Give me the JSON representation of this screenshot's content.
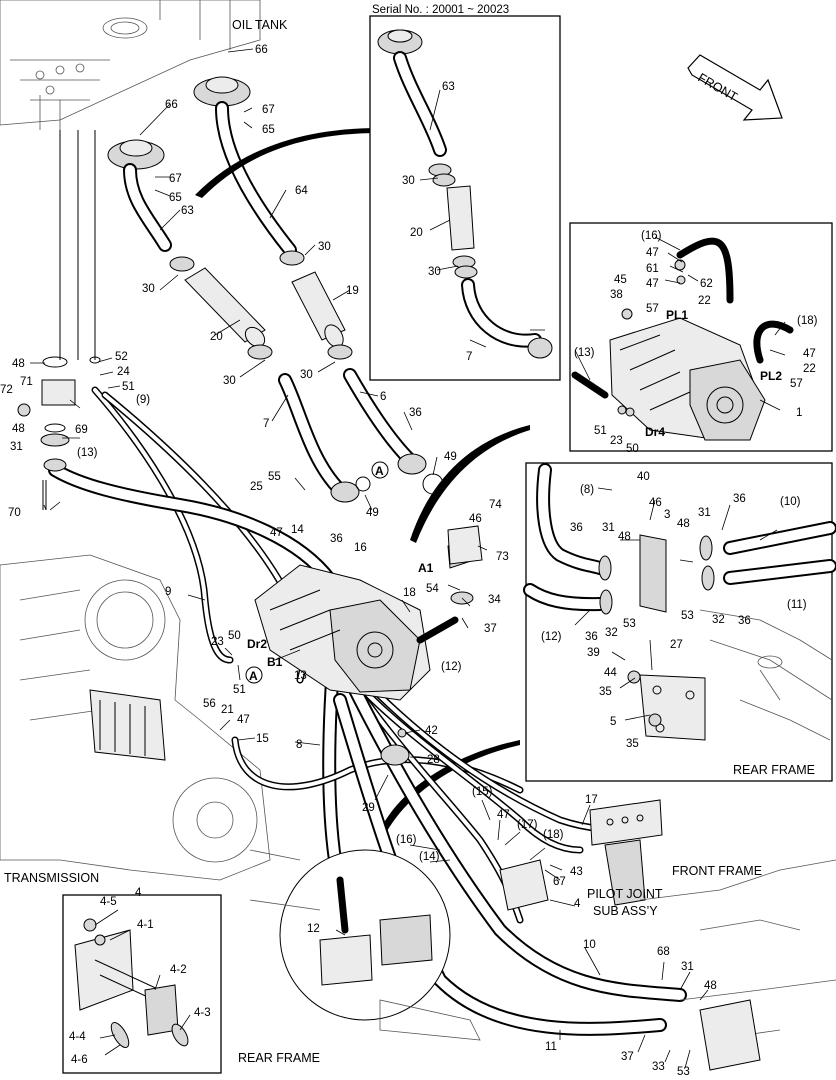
{
  "titles": {
    "oil_tank": "OIL TANK",
    "serial": "Serial No. : 20001 ~ 20023",
    "front": "FRONT",
    "transmission": "TRANSMISSION",
    "rear_frame_bottom": "REAR FRAME",
    "rear_frame_inset": "REAR FRAME",
    "front_frame": "FRONT FRAME",
    "pilot_joint_1": "PILOT JOINT",
    "pilot_joint_2": "SUB ASS’Y",
    "subassy_no": "4"
  },
  "marks": {
    "A": "A",
    "A1": "A1",
    "B1": "B1",
    "Dr2": "Dr2",
    "Dr4": "Dr4",
    "PL1": "PL1",
    "PL2": "PL2"
  },
  "callouts": [
    {
      "id": "c1",
      "label": "66"
    },
    {
      "id": "c2",
      "label": "66"
    },
    {
      "id": "c3",
      "label": "67"
    },
    {
      "id": "c4",
      "label": "65"
    },
    {
      "id": "c5",
      "label": "67"
    },
    {
      "id": "c6",
      "label": "65"
    },
    {
      "id": "c7",
      "label": "64"
    },
    {
      "id": "c8",
      "label": "63"
    },
    {
      "id": "c9",
      "label": "30"
    },
    {
      "id": "c10",
      "label": "30"
    },
    {
      "id": "c11",
      "label": "19"
    },
    {
      "id": "c12",
      "label": "20"
    },
    {
      "id": "c13",
      "label": "30"
    },
    {
      "id": "c14",
      "label": "30"
    },
    {
      "id": "c15",
      "label": "7"
    },
    {
      "id": "c16",
      "label": "6"
    },
    {
      "id": "c17",
      "label": "36"
    },
    {
      "id": "c18",
      "label": "49"
    },
    {
      "id": "c19",
      "label": "49"
    },
    {
      "id": "c20",
      "label": "25"
    },
    {
      "id": "c21",
      "label": "55"
    },
    {
      "id": "c22",
      "label": "47"
    },
    {
      "id": "c23",
      "label": "14"
    },
    {
      "id": "c24",
      "label": "36"
    },
    {
      "id": "c25",
      "label": "16"
    },
    {
      "id": "c26",
      "label": "48"
    },
    {
      "id": "c27",
      "label": "52"
    },
    {
      "id": "c28",
      "label": "24"
    },
    {
      "id": "c29",
      "label": "72"
    },
    {
      "id": "c30",
      "label": "71"
    },
    {
      "id": "c31",
      "label": "51"
    },
    {
      "id": "c32",
      "label": "(9)"
    },
    {
      "id": "c33",
      "label": "48"
    },
    {
      "id": "c34",
      "label": "69"
    },
    {
      "id": "c35",
      "label": "31"
    },
    {
      "id": "c36",
      "label": "(13)"
    },
    {
      "id": "c37",
      "label": "70"
    },
    {
      "id": "c38",
      "label": "9"
    },
    {
      "id": "c39",
      "label": "23"
    },
    {
      "id": "c40",
      "label": "50"
    },
    {
      "id": "c41",
      "label": "51"
    },
    {
      "id": "c42",
      "label": "13"
    },
    {
      "id": "c43",
      "label": "18"
    },
    {
      "id": "c44",
      "label": "(12)"
    },
    {
      "id": "c45",
      "label": "54"
    },
    {
      "id": "c46",
      "label": "34"
    },
    {
      "id": "c47",
      "label": "37"
    },
    {
      "id": "c48",
      "label": "73"
    },
    {
      "id": "c49",
      "label": "46"
    },
    {
      "id": "c50",
      "label": "74"
    },
    {
      "id": "c51",
      "label": "56"
    },
    {
      "id": "c52",
      "label": "21"
    },
    {
      "id": "c53",
      "label": "47"
    },
    {
      "id": "c54",
      "label": "15"
    },
    {
      "id": "c55",
      "label": "8"
    },
    {
      "id": "c56",
      "label": "42"
    },
    {
      "id": "c57",
      "label": "28"
    },
    {
      "id": "c58",
      "label": "29"
    },
    {
      "id": "c59",
      "label": "(15)"
    },
    {
      "id": "c60",
      "label": "47"
    },
    {
      "id": "c61",
      "label": "(17)"
    },
    {
      "id": "c62",
      "label": "(18)"
    },
    {
      "id": "c63",
      "label": "(16)"
    },
    {
      "id": "c64",
      "label": "(14)"
    },
    {
      "id": "c65",
      "label": "17"
    },
    {
      "id": "c66",
      "label": "43"
    },
    {
      "id": "c67",
      "label": "67"
    },
    {
      "id": "c68",
      "label": "4"
    },
    {
      "id": "c69",
      "label": "12"
    },
    {
      "id": "c70",
      "label": "10"
    },
    {
      "id": "c71",
      "label": "68"
    },
    {
      "id": "c72",
      "label": "31"
    },
    {
      "id": "c73",
      "label": "48"
    },
    {
      "id": "c74",
      "label": "11"
    },
    {
      "id": "c75",
      "label": "37"
    },
    {
      "id": "c76",
      "label": "33"
    },
    {
      "id": "c77",
      "label": "53"
    },
    {
      "id": "c78",
      "label": "4-5"
    },
    {
      "id": "c79",
      "label": "4-1"
    },
    {
      "id": "c80",
      "label": "4-2"
    },
    {
      "id": "c81",
      "label": "4-3"
    },
    {
      "id": "c82",
      "label": "4-4"
    },
    {
      "id": "c83",
      "label": "4-6"
    },
    {
      "id": "s1",
      "label": "63"
    },
    {
      "id": "s2",
      "label": "30"
    },
    {
      "id": "s3",
      "label": "20"
    },
    {
      "id": "s4",
      "label": "30"
    },
    {
      "id": "s5",
      "label": "7"
    },
    {
      "id": "p1",
      "label": "(16)"
    },
    {
      "id": "p2",
      "label": "47"
    },
    {
      "id": "p3",
      "label": "61"
    },
    {
      "id": "p4",
      "label": "62"
    },
    {
      "id": "p5",
      "label": "47"
    },
    {
      "id": "p6",
      "label": "45"
    },
    {
      "id": "p7",
      "label": "38"
    },
    {
      "id": "p8",
      "label": "22"
    },
    {
      "id": "p9",
      "label": "57"
    },
    {
      "id": "p10",
      "label": "(18)"
    },
    {
      "id": "p11",
      "label": "(13)"
    },
    {
      "id": "p12",
      "label": "47"
    },
    {
      "id": "p13",
      "label": "22"
    },
    {
      "id": "p14",
      "label": "57"
    },
    {
      "id": "p15",
      "label": "1"
    },
    {
      "id": "p16",
      "label": "51"
    },
    {
      "id": "p17",
      "label": "23"
    },
    {
      "id": "p18",
      "label": "50"
    },
    {
      "id": "r1",
      "label": "(8)"
    },
    {
      "id": "r2",
      "label": "40"
    },
    {
      "id": "r3",
      "label": "46"
    },
    {
      "id": "r4",
      "label": "3"
    },
    {
      "id": "r5",
      "label": "36"
    },
    {
      "id": "r6",
      "label": "(10)"
    },
    {
      "id": "r7",
      "label": "36"
    },
    {
      "id": "r8",
      "label": "31"
    },
    {
      "id": "r9",
      "label": "48"
    },
    {
      "id": "r10",
      "label": "48"
    },
    {
      "id": "r11",
      "label": "31"
    },
    {
      "id": "r12",
      "label": "(11)"
    },
    {
      "id": "r13",
      "label": "(12)"
    },
    {
      "id": "r14",
      "label": "36"
    },
    {
      "id": "r15",
      "label": "32"
    },
    {
      "id": "r16",
      "label": "53"
    },
    {
      "id": "r17",
      "label": "53"
    },
    {
      "id": "r18",
      "label": "32"
    },
    {
      "id": "r19",
      "label": "36"
    },
    {
      "id": "r20",
      "label": "27"
    },
    {
      "id": "r21",
      "label": "39"
    },
    {
      "id": "r22",
      "label": "44"
    },
    {
      "id": "r23",
      "label": "35"
    },
    {
      "id": "r24",
      "label": "5"
    },
    {
      "id": "r25",
      "label": "35"
    }
  ]
}
